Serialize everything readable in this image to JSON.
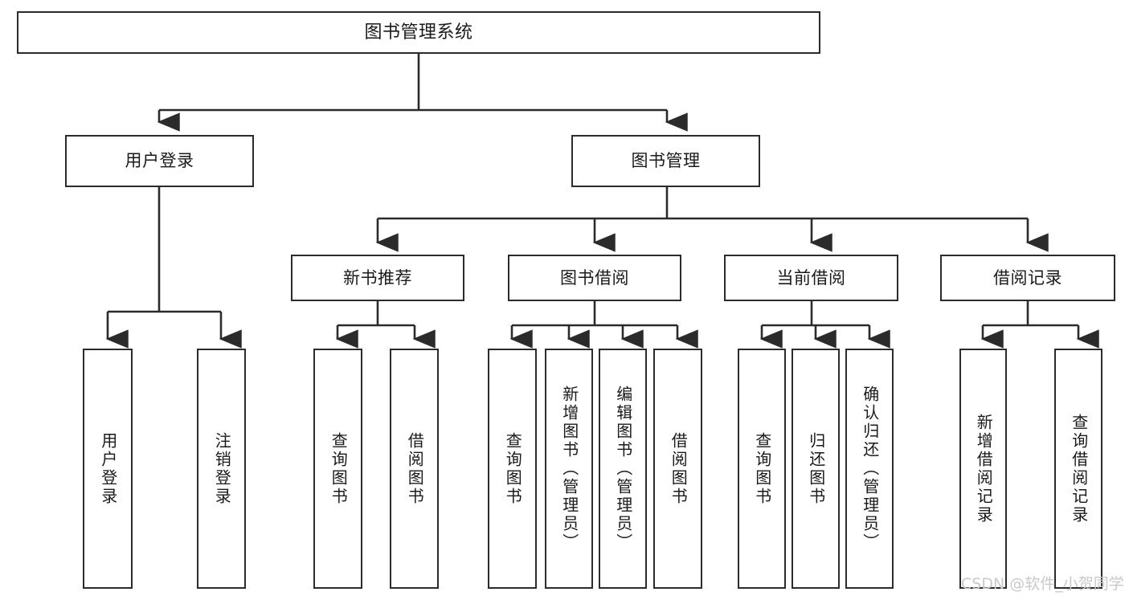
{
  "diagram": {
    "type": "tree-hierarchy",
    "title": "图书管理系统",
    "watermark": "CSDN @软件_小贺同学",
    "colors": {
      "box_border": "#2b2b2b",
      "box_fill": "#ffffff",
      "edge": "#2b2b2b",
      "text": "#1a1a1a",
      "watermark": "#c9c9c9",
      "background": "#ffffff"
    },
    "nodes": {
      "root": {
        "label": "图书管理系统",
        "level": 1,
        "orientation": "horizontal"
      },
      "level2": [
        {
          "id": "user-login",
          "label": "用户登录",
          "orientation": "horizontal"
        },
        {
          "id": "book-management",
          "label": "图书管理",
          "orientation": "horizontal"
        }
      ],
      "level3": [
        {
          "id": "new-book-recommend",
          "label": "新书推荐",
          "orientation": "horizontal",
          "parent": "book-management"
        },
        {
          "id": "book-borrow",
          "label": "图书借阅",
          "orientation": "horizontal",
          "parent": "book-management"
        },
        {
          "id": "current-borrow",
          "label": "当前借阅",
          "orientation": "horizontal",
          "parent": "book-management"
        },
        {
          "id": "borrow-record",
          "label": "借阅记录",
          "orientation": "horizontal",
          "parent": "book-management"
        }
      ],
      "leaves": [
        {
          "id": "leaf-user-login",
          "label": "用户登录",
          "parent": "user-login",
          "orientation": "vertical"
        },
        {
          "id": "leaf-user-logout",
          "label": "注销登录",
          "parent": "user-login",
          "orientation": "vertical"
        },
        {
          "id": "leaf-query-book-rec",
          "label": "查询图书",
          "parent": "new-book-recommend",
          "orientation": "vertical"
        },
        {
          "id": "leaf-borrow-book-rec",
          "label": "借阅图书",
          "parent": "new-book-recommend",
          "orientation": "vertical"
        },
        {
          "id": "leaf-query-book-borrow",
          "label": "查询图书",
          "parent": "book-borrow",
          "orientation": "vertical"
        },
        {
          "id": "leaf-add-book",
          "label": "新增图书（管理员）",
          "parent": "book-borrow",
          "orientation": "vertical"
        },
        {
          "id": "leaf-edit-book",
          "label": "编辑图书（管理员）",
          "parent": "book-borrow",
          "orientation": "vertical"
        },
        {
          "id": "leaf-borrow-book",
          "label": "借阅图书",
          "parent": "book-borrow",
          "orientation": "vertical"
        },
        {
          "id": "leaf-query-book-current",
          "label": "查询图书",
          "parent": "current-borrow",
          "orientation": "vertical"
        },
        {
          "id": "leaf-return-book",
          "label": "归还图书",
          "parent": "current-borrow",
          "orientation": "vertical"
        },
        {
          "id": "leaf-confirm-return",
          "label": "确认归还（管理员）",
          "parent": "current-borrow",
          "orientation": "vertical"
        },
        {
          "id": "leaf-add-borrow-record",
          "label": "新增借阅记录",
          "parent": "borrow-record",
          "orientation": "vertical"
        },
        {
          "id": "leaf-query-borrow-record",
          "label": "查询借阅记录",
          "parent": "borrow-record",
          "orientation": "vertical"
        }
      ]
    }
  }
}
